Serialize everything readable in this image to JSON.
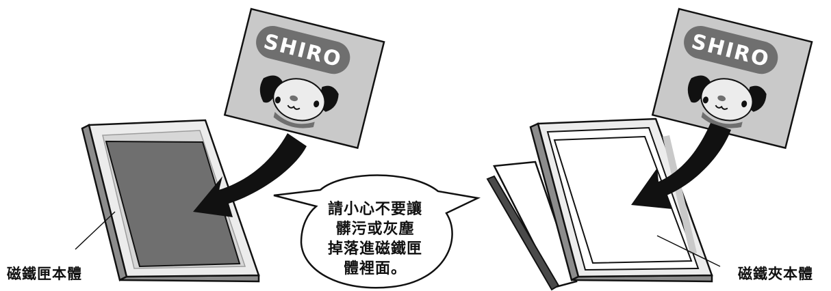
{
  "card_brand_text": "SHIRO",
  "warning_bubble": {
    "lines": [
      "請小心不要讓",
      "髒污或灰塵",
      "掉落進磁鐵匣",
      "體裡面。"
    ]
  },
  "left_item_label": "磁鐵匣本體",
  "right_item_label": "磁鐵夾本體",
  "colors": {
    "outline": "#111111",
    "frame_gray": "#8c8c8c",
    "card_gray": "#c9c9c9",
    "dark_panel": "#6f6f6f",
    "face_white": "#ececec"
  }
}
